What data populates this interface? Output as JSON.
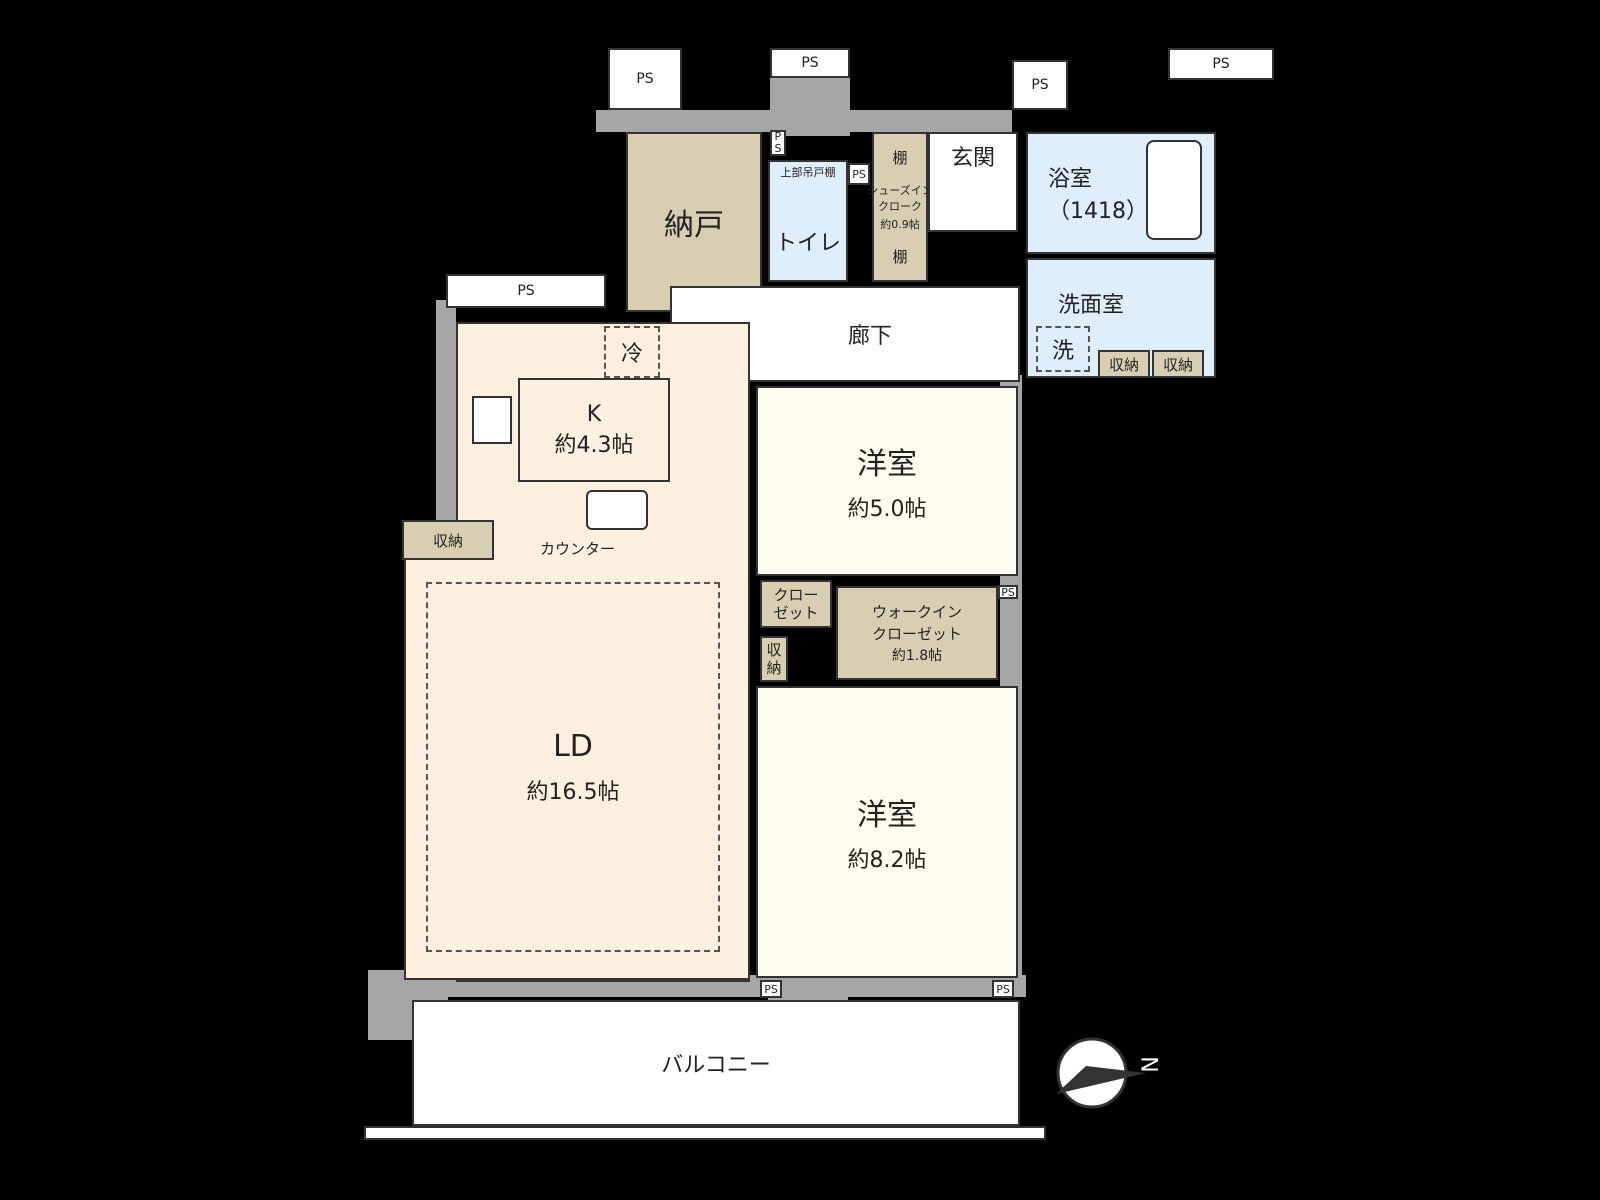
{
  "rooms": {
    "ld": {
      "name": "LD",
      "size": "約16.5帖"
    },
    "k": {
      "name": "K",
      "size": "約4.3帖"
    },
    "western1": {
      "name": "洋室",
      "size": "約5.0帖"
    },
    "western2": {
      "name": "洋室",
      "size": "約8.2帖"
    },
    "storeroom": {
      "name": "納戸"
    },
    "toilet": {
      "name": "トイレ",
      "upper_cabinet": "上部吊戸棚"
    },
    "shoe_closet": {
      "name": "シューズイン\nクローク",
      "size": "約0.9帖"
    },
    "shelf": "棚",
    "entrance": "玄関",
    "bath": {
      "name": "浴室",
      "size": "（1418）"
    },
    "washroom": "洗面室",
    "washer": "洗",
    "hallway": "廊下",
    "fridge": "冷",
    "counter": "カウンター",
    "storage": "収納",
    "storage_vertical": "収\n納",
    "closet": "クロー\nゼット",
    "wic": {
      "name": "ウォークイン\nクローゼット",
      "size": "約1.8帖"
    },
    "balcony": "バルコニー",
    "ps": "PS",
    "ps_vertical": "P\nS"
  },
  "compass": {
    "label": "N"
  },
  "colors": {
    "ld": "#fdf0de",
    "bedroom": "#fefcee",
    "storage": "#d8cfb3",
    "wet": "#dfeefb",
    "wall": "#a6a6a6"
  }
}
